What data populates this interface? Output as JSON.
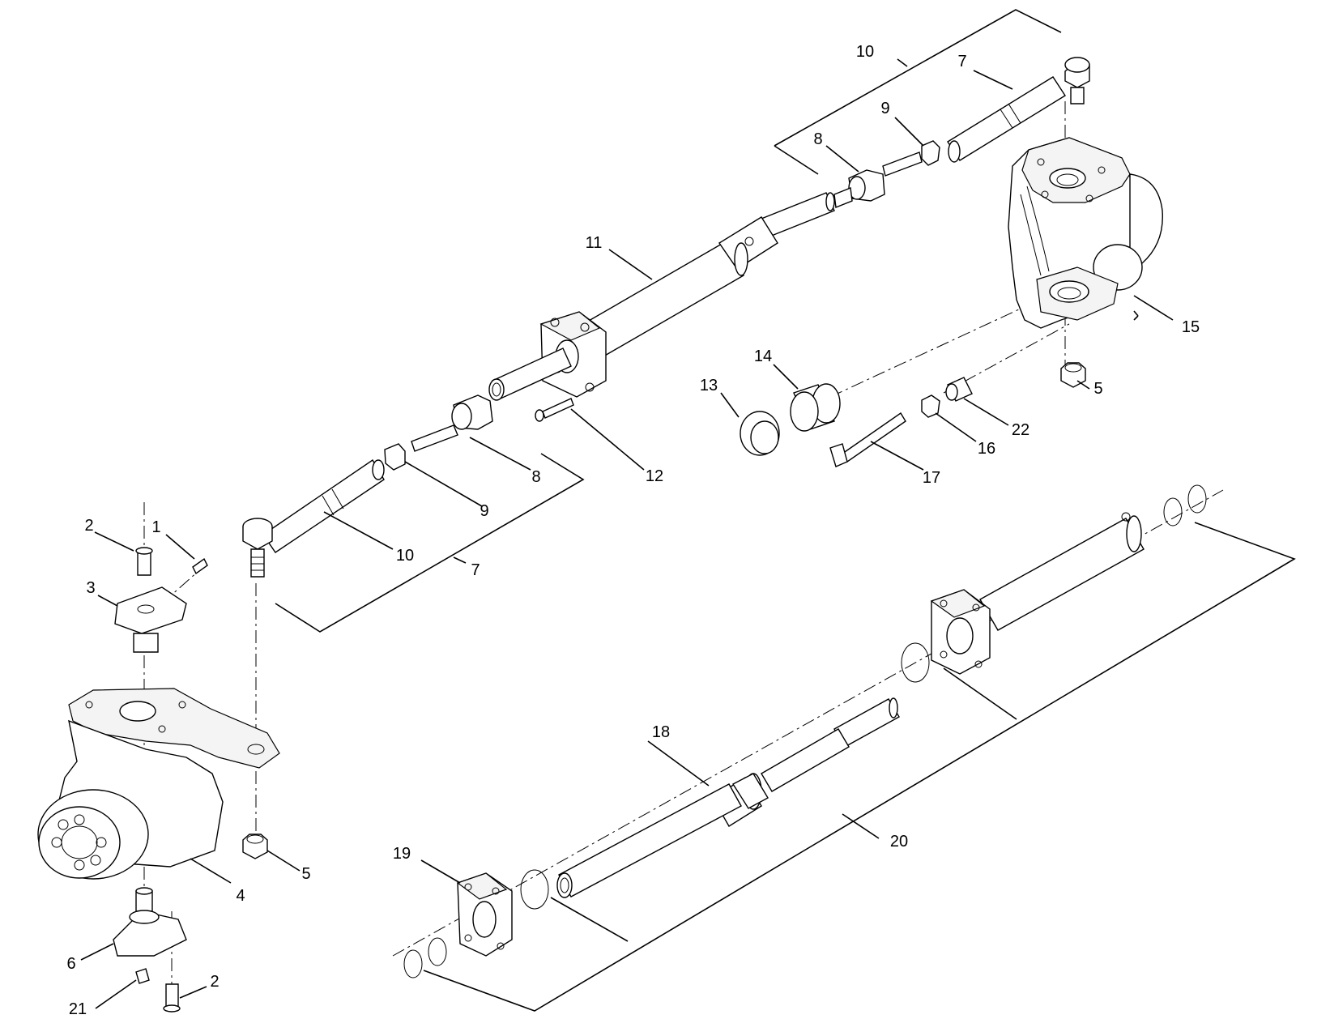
{
  "callouts": [
    {
      "id": "c1",
      "text": "1"
    },
    {
      "id": "c2a",
      "text": "2"
    },
    {
      "id": "c2b",
      "text": "2"
    },
    {
      "id": "c3",
      "text": "3"
    },
    {
      "id": "c4",
      "text": "4"
    },
    {
      "id": "c5a",
      "text": "5"
    },
    {
      "id": "c5b",
      "text": "5"
    },
    {
      "id": "c6",
      "text": "6"
    },
    {
      "id": "c7a",
      "text": "7"
    },
    {
      "id": "c7b",
      "text": "7"
    },
    {
      "id": "c8a",
      "text": "8"
    },
    {
      "id": "c8b",
      "text": "8"
    },
    {
      "id": "c9a",
      "text": "9"
    },
    {
      "id": "c9b",
      "text": "9"
    },
    {
      "id": "c10a",
      "text": "10"
    },
    {
      "id": "c10b",
      "text": "10"
    },
    {
      "id": "c11",
      "text": "11"
    },
    {
      "id": "c12",
      "text": "12"
    },
    {
      "id": "c13",
      "text": "13"
    },
    {
      "id": "c14",
      "text": "14"
    },
    {
      "id": "c15",
      "text": "15"
    },
    {
      "id": "c16",
      "text": "16"
    },
    {
      "id": "c17",
      "text": "17"
    },
    {
      "id": "c18",
      "text": "18"
    },
    {
      "id": "c19",
      "text": "19"
    },
    {
      "id": "c20",
      "text": "20"
    },
    {
      "id": "c21",
      "text": "21"
    },
    {
      "id": "c22",
      "text": "22"
    }
  ]
}
